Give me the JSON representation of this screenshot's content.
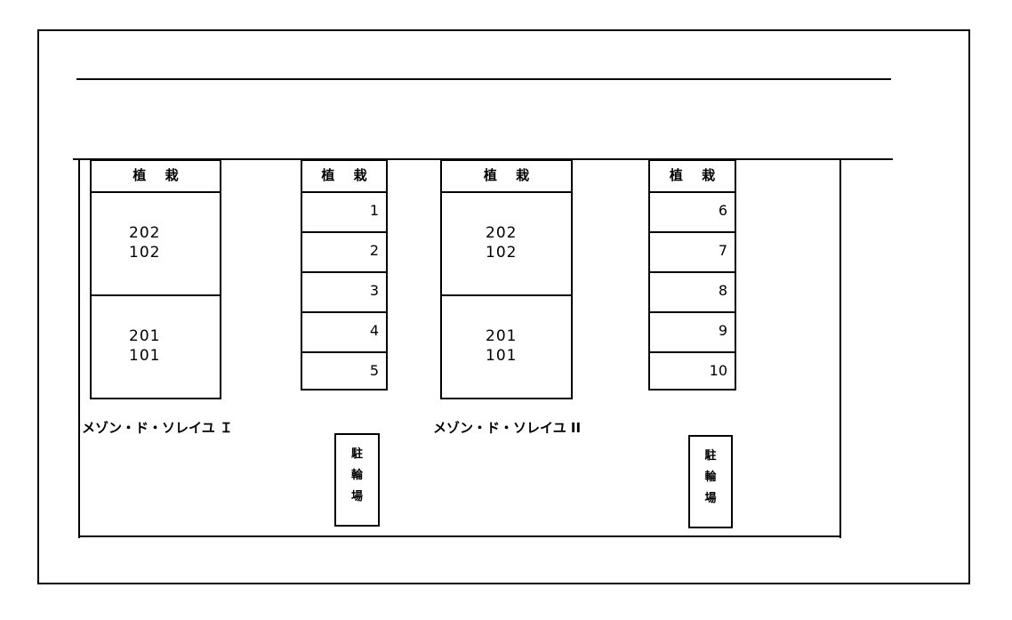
{
  "planting_label": "植 栽",
  "buildings": [
    {
      "name": "メゾン・ド・ソレイユ Ｉ",
      "upper_units": [
        "202",
        "102"
      ],
      "lower_units": [
        "201",
        "101"
      ]
    },
    {
      "name": "メゾン・ド・ソレイユ II",
      "upper_units": [
        "202",
        "102"
      ],
      "lower_units": [
        "201",
        "101"
      ]
    }
  ],
  "parking_blocks": [
    {
      "spaces": [
        "1",
        "2",
        "3",
        "4",
        "5"
      ]
    },
    {
      "spaces": [
        "6",
        "7",
        "8",
        "9",
        "10"
      ]
    }
  ],
  "bicycle_parking_label": "駐\n輪\n場"
}
